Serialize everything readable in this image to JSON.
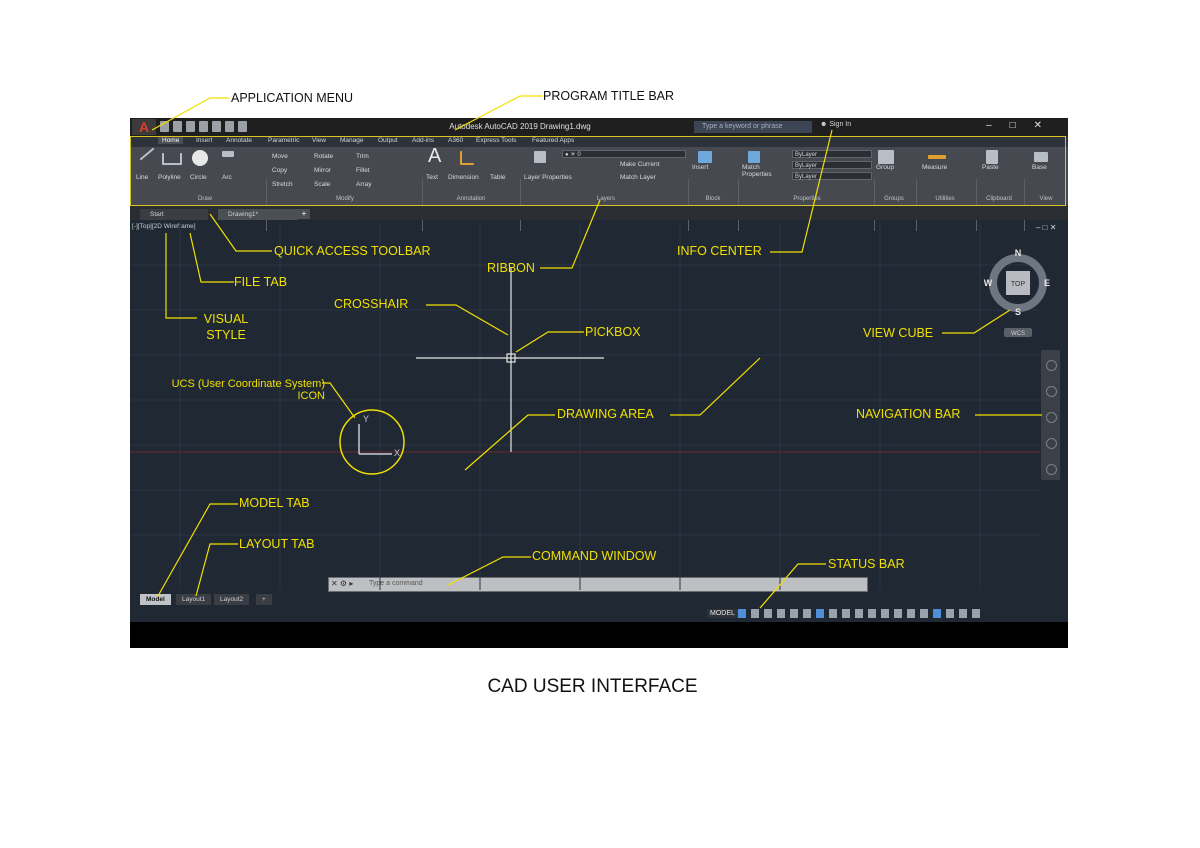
{
  "caption": "CAD USER INTERFACE",
  "callouts": {
    "application_menu": "APPLICATION MENU",
    "program_title_bar": "PROGRAM TITLE BAR",
    "quick_access_toolbar": "QUICK ACCESS TOOLBAR",
    "file_tab": "FILE TAB",
    "visual_style": "VISUAL STYLE",
    "ribbon": "RIBBON",
    "info_center": "INFO CENTER",
    "crosshair": "CROSSHAIR",
    "pickbox": "PICKBOX",
    "view_cube": "VIEW CUBE",
    "ucs_icon_line1": "UCS (User Coordinate System)",
    "ucs_icon_line2": "ICON",
    "drawing_area": "DRAWING AREA",
    "navigation_bar": "NAVIGATION BAR",
    "model_tab": "MODEL TAB",
    "layout_tab": "LAYOUT TAB",
    "command_window": "COMMAND WINDOW",
    "status_bar": "STATUS BAR"
  },
  "app": {
    "title": "Autodesk AutoCAD 2019   Drawing1.dwg",
    "search_placeholder": "Type a keyword or phrase",
    "sign_in": "Sign In",
    "ribbon_tabs": [
      "Home",
      "Insert",
      "Annotate",
      "Parametric",
      "View",
      "Manage",
      "Output",
      "Add-ins",
      "A360",
      "Express Tools",
      "Featured Apps"
    ],
    "panel_labels": [
      "Draw",
      "Modify",
      "Annotation",
      "Layers",
      "Block",
      "Properties",
      "Groups",
      "Utilities",
      "Clipboard",
      "View"
    ],
    "draw_tools": [
      "Line",
      "Polyline",
      "Circle",
      "Arc"
    ],
    "modify_tools": [
      "Move",
      "Rotate",
      "Trim",
      "Copy",
      "Mirror",
      "Fillet",
      "Stretch",
      "Scale",
      "Array"
    ],
    "annotation_tools": [
      "Text",
      "Dimension",
      "Table"
    ],
    "layer_tools": [
      "Layer Properties",
      "Make Current",
      "Match Layer"
    ],
    "block_tools": [
      "Insert"
    ],
    "property_tools": [
      "Match Properties",
      "ByLayer",
      "ByLayer",
      "ByLayer"
    ],
    "group_tools": [
      "Group"
    ],
    "utility_tools": [
      "Measure"
    ],
    "clipboard_tools": [
      "Paste"
    ],
    "view_tools": [
      "Base"
    ],
    "file_tabs": [
      "Start",
      "Drawing1*"
    ],
    "visual_style": "[-][Top][2D Wireframe]",
    "viewcube": {
      "top": "TOP",
      "n": "N",
      "s": "S",
      "e": "E",
      "w": "W",
      "wcs": "WCS"
    },
    "ucs": {
      "x": "X",
      "y": "Y"
    },
    "layout_tabs": [
      "Model",
      "Layout1",
      "Layout2"
    ],
    "command_placeholder": "Type a command",
    "status_model": "MODEL"
  },
  "colors": {
    "callout": "#f0e000",
    "canvas": "#202833",
    "ribbon": "#464a50"
  }
}
